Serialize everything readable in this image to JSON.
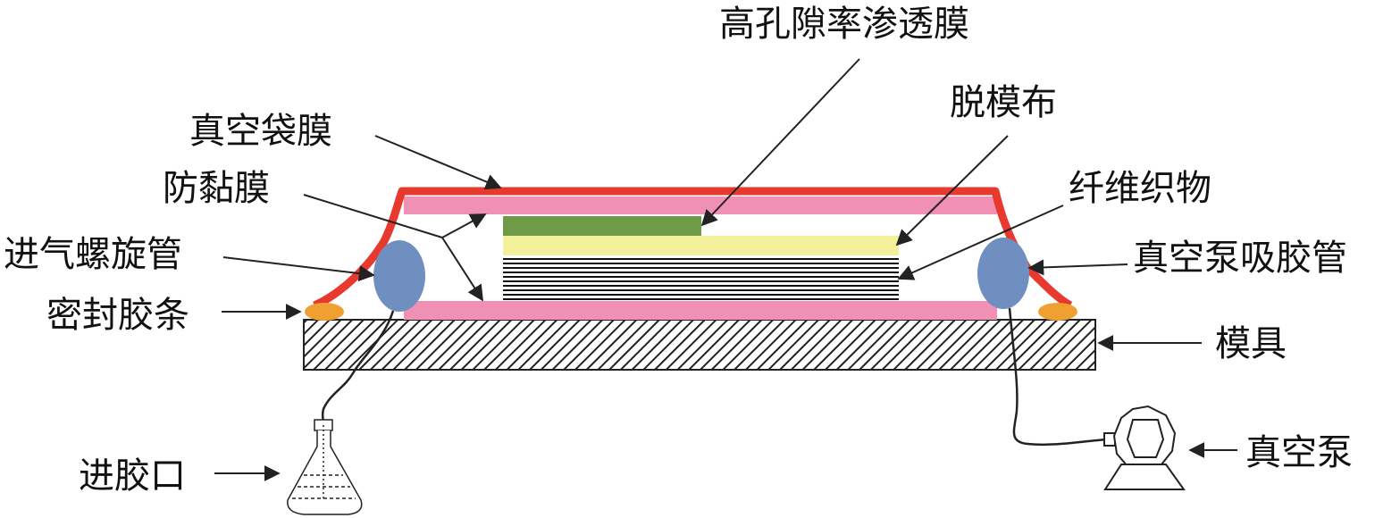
{
  "labels": {
    "high_porosity_film": "高孔隙率渗透膜",
    "release_cloth": "脱模布",
    "vacuum_bag_film": "真空袋膜",
    "anti_stick_film": "防黏膜",
    "fiber_fabric": "纤维织物",
    "inlet_spiral_tube": "进气螺旋管",
    "vacuum_pump_suction_tube": "真空泵吸胶管",
    "sealing_tape": "密封胶条",
    "mold": "模具",
    "resin_inlet": "进胶口",
    "vacuum_pump": "真空泵"
  },
  "colors": {
    "vacuum_bag": "#e8392f",
    "pink_layer": "#f090b4",
    "green_layer": "#6f9a48",
    "yellow_layer": "#f2f09a",
    "spiral_tube": "#6e8fbf",
    "sealant": "#f0a030",
    "hatch": "#222222",
    "line": "#222222"
  }
}
